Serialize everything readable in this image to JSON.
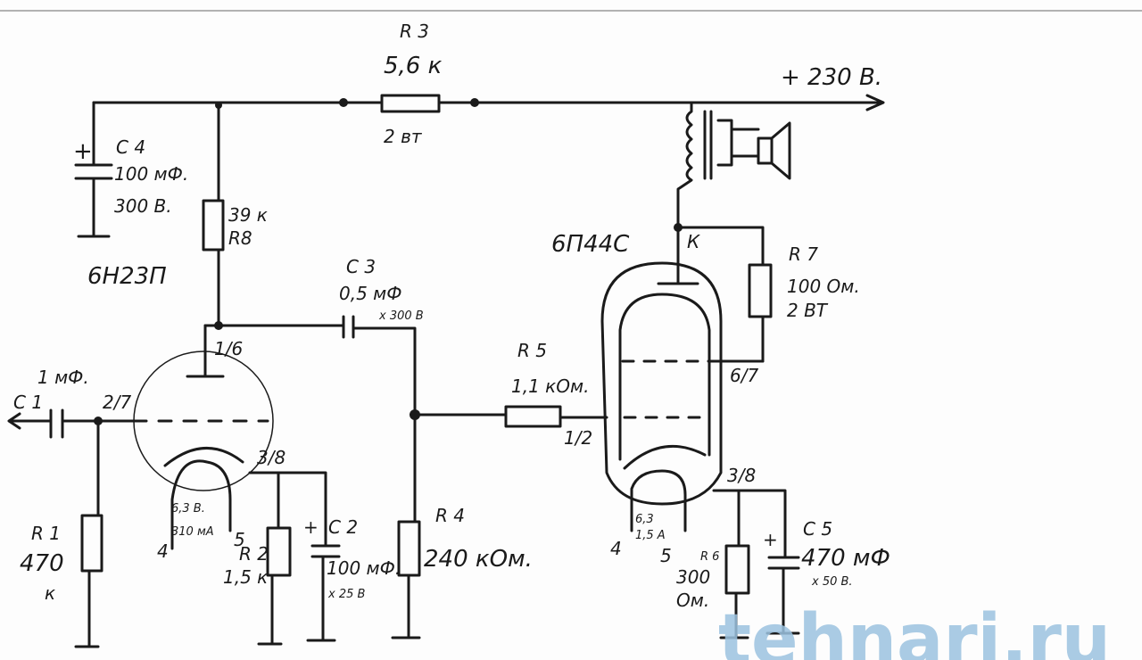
{
  "title_tube1": "6Н23П",
  "title_tube2": "6П44С",
  "supply": "+ 230 В.",
  "r3": {
    "name": "R 3",
    "value": "5,6 к",
    "power": "2 вт"
  },
  "c4": {
    "name": "С 4",
    "value": "100 мФ.",
    "voltage": "300 В.",
    "plus": "+"
  },
  "r8": {
    "name": "R8",
    "value": "39 к"
  },
  "c3": {
    "name": "С 3",
    "value": "0,5 мФ",
    "voltage": "x 300 В"
  },
  "c1": {
    "name": "С 1",
    "value": "1 мФ."
  },
  "r1": {
    "name": "R 1",
    "value": "470",
    "unit": "к"
  },
  "r2": {
    "name": "R 2",
    "value": "1,5 к"
  },
  "c2": {
    "name": "С 2",
    "value": "100 мФ.",
    "voltage": "x 25 В",
    "plus": "+"
  },
  "r4": {
    "name": "R 4",
    "value": "240 кОм."
  },
  "r5": {
    "name": "R 5",
    "value": "1,1 кОм."
  },
  "r7": {
    "name": "R 7",
    "value": "100 Ом.",
    "power": "2 ВТ"
  },
  "r6": {
    "name": "R 6",
    "value": "300",
    "unit": "Ом."
  },
  "c5": {
    "name": "С 5",
    "value": "470 мФ",
    "voltage": "x 50 В.",
    "plus": "+"
  },
  "pins1": {
    "anode": "1/6",
    "grid": "2/7",
    "cathode": "3/8",
    "heater_v": "6,3 В.",
    "heater_i": "310 мА",
    "h1": "4",
    "h2": "5"
  },
  "pins2": {
    "anode": "К",
    "grid": "1/2",
    "screen": "6/7",
    "cathode": "3/8",
    "heater_v": "6,3",
    "heater_i": "1,5 А",
    "h1": "4",
    "h2": "5"
  },
  "watermark": "tehnari.ru"
}
